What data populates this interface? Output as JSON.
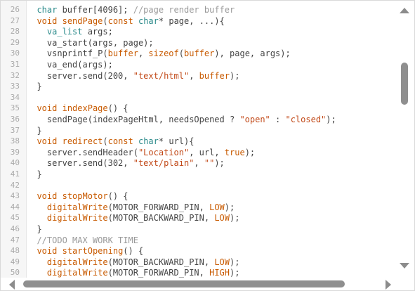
{
  "editor": {
    "lines": [
      {
        "n": "26",
        "tokens": [
          [
            "plain",
            "  "
          ],
          [
            "type",
            "char"
          ],
          [
            "plain",
            " buffer[4096]; "
          ],
          [
            "cmt",
            "//page render buffer"
          ]
        ]
      },
      {
        "n": "27",
        "tokens": [
          [
            "plain",
            "  "
          ],
          [
            "kw",
            "void"
          ],
          [
            "plain",
            " "
          ],
          [
            "fn",
            "sendPage"
          ],
          [
            "plain",
            "("
          ],
          [
            "kw",
            "const"
          ],
          [
            "plain",
            " "
          ],
          [
            "type",
            "char"
          ],
          [
            "plain",
            "* page, ...){"
          ]
        ]
      },
      {
        "n": "28",
        "tokens": [
          [
            "plain",
            "    "
          ],
          [
            "type",
            "va_list"
          ],
          [
            "plain",
            " args;"
          ]
        ]
      },
      {
        "n": "29",
        "tokens": [
          [
            "plain",
            "    va_start(args, page);"
          ]
        ]
      },
      {
        "n": "30",
        "tokens": [
          [
            "plain",
            "    vsnprintf_P("
          ],
          [
            "fn",
            "buffer"
          ],
          [
            "plain",
            ", "
          ],
          [
            "kw",
            "sizeof"
          ],
          [
            "plain",
            "("
          ],
          [
            "fn",
            "buffer"
          ],
          [
            "plain",
            "), page, args);"
          ]
        ]
      },
      {
        "n": "31",
        "tokens": [
          [
            "plain",
            "    va_end(args);"
          ]
        ]
      },
      {
        "n": "32",
        "tokens": [
          [
            "plain",
            "    server.send(200, "
          ],
          [
            "str",
            "\"text/html\""
          ],
          [
            "plain",
            ", "
          ],
          [
            "fn",
            "buffer"
          ],
          [
            "plain",
            ");"
          ]
        ]
      },
      {
        "n": "33",
        "tokens": [
          [
            "plain",
            "  }"
          ]
        ]
      },
      {
        "n": "34",
        "tokens": [
          [
            "plain",
            ""
          ]
        ]
      },
      {
        "n": "35",
        "tokens": [
          [
            "plain",
            "  "
          ],
          [
            "kw",
            "void"
          ],
          [
            "plain",
            " "
          ],
          [
            "fn",
            "indexPage"
          ],
          [
            "plain",
            "() {"
          ]
        ]
      },
      {
        "n": "36",
        "tokens": [
          [
            "plain",
            "    sendPage(indexPageHtml, needsOpened ? "
          ],
          [
            "str",
            "\"open\""
          ],
          [
            "plain",
            " : "
          ],
          [
            "str",
            "\"closed\""
          ],
          [
            "plain",
            ");"
          ]
        ]
      },
      {
        "n": "37",
        "tokens": [
          [
            "plain",
            "  }"
          ]
        ]
      },
      {
        "n": "38",
        "tokens": [
          [
            "plain",
            "  "
          ],
          [
            "kw",
            "void"
          ],
          [
            "plain",
            " "
          ],
          [
            "fn",
            "redirect"
          ],
          [
            "plain",
            "("
          ],
          [
            "kw",
            "const"
          ],
          [
            "plain",
            " "
          ],
          [
            "type",
            "char"
          ],
          [
            "plain",
            "* url){"
          ]
        ]
      },
      {
        "n": "39",
        "tokens": [
          [
            "plain",
            "    server.sendHeader("
          ],
          [
            "str",
            "\"Location\""
          ],
          [
            "plain",
            ", url, "
          ],
          [
            "kw",
            "true"
          ],
          [
            "plain",
            ");"
          ]
        ]
      },
      {
        "n": "40",
        "tokens": [
          [
            "plain",
            "    server.send(302, "
          ],
          [
            "str",
            "\"text/plain\""
          ],
          [
            "plain",
            ", "
          ],
          [
            "str",
            "\"\""
          ],
          [
            "plain",
            ");"
          ]
        ]
      },
      {
        "n": "41",
        "tokens": [
          [
            "plain",
            "  }"
          ]
        ]
      },
      {
        "n": "42",
        "tokens": [
          [
            "plain",
            ""
          ]
        ]
      },
      {
        "n": "43",
        "tokens": [
          [
            "plain",
            "  "
          ],
          [
            "kw",
            "void"
          ],
          [
            "plain",
            " "
          ],
          [
            "fn",
            "stopMotor"
          ],
          [
            "plain",
            "() {"
          ]
        ]
      },
      {
        "n": "44",
        "tokens": [
          [
            "plain",
            "    "
          ],
          [
            "fn",
            "digitalWrite"
          ],
          [
            "plain",
            "(MOTOR_FORWARD_PIN, "
          ],
          [
            "kw",
            "LOW"
          ],
          [
            "plain",
            ");"
          ]
        ]
      },
      {
        "n": "45",
        "tokens": [
          [
            "plain",
            "    "
          ],
          [
            "fn",
            "digitalWrite"
          ],
          [
            "plain",
            "(MOTOR_BACKWARD_PIN, "
          ],
          [
            "kw",
            "LOW"
          ],
          [
            "plain",
            ");"
          ]
        ]
      },
      {
        "n": "46",
        "tokens": [
          [
            "plain",
            "  }"
          ]
        ]
      },
      {
        "n": "47",
        "tokens": [
          [
            "plain",
            "  "
          ],
          [
            "cmt",
            "//TODO MAX WORK TIME"
          ]
        ]
      },
      {
        "n": "48",
        "tokens": [
          [
            "plain",
            "  "
          ],
          [
            "kw",
            "void"
          ],
          [
            "plain",
            " "
          ],
          [
            "fn",
            "startOpening"
          ],
          [
            "plain",
            "() {"
          ]
        ]
      },
      {
        "n": "49",
        "tokens": [
          [
            "plain",
            "    "
          ],
          [
            "fn",
            "digitalWrite"
          ],
          [
            "plain",
            "(MOTOR_BACKWARD_PIN, "
          ],
          [
            "kw",
            "LOW"
          ],
          [
            "plain",
            ");"
          ]
        ]
      },
      {
        "n": "50",
        "tokens": [
          [
            "plain",
            "    "
          ],
          [
            "fn",
            "digitalWrite"
          ],
          [
            "plain",
            "(MOTOR_FORWARD_PIN, "
          ],
          [
            "kw",
            "HIGH"
          ],
          [
            "plain",
            ");"
          ]
        ]
      }
    ]
  },
  "scrollbars": {
    "vertical_position": 0.22,
    "horizontal_position": 0.0
  },
  "icons": {
    "scroll_up": "triangle-up-icon",
    "scroll_down": "triangle-down-icon",
    "scroll_left": "triangle-left-icon",
    "scroll_right": "triangle-right-icon"
  }
}
